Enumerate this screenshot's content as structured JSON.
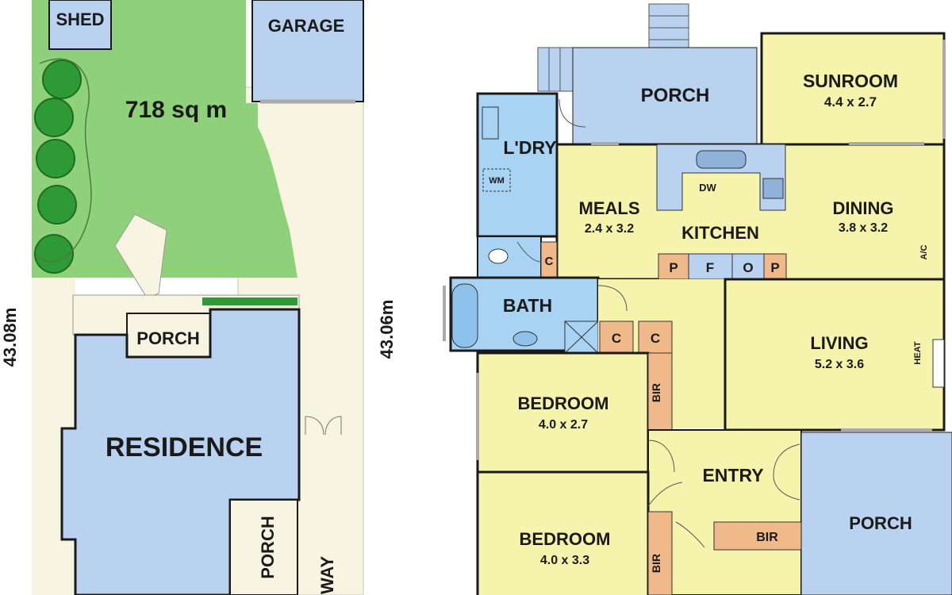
{
  "site": {
    "area_label": "718 sq m",
    "left_dimension": "43.08m",
    "right_dimension": "43.06m",
    "shed": "SHED",
    "garage": "GARAGE",
    "residence": "RESIDENCE",
    "rear_porch": "PORCH",
    "side_porch": "PORCH",
    "driveway": "WAY"
  },
  "floorplan": {
    "porch_top": "PORCH",
    "sunroom": {
      "name": "SUNROOM",
      "size": "4.4 x 2.7"
    },
    "laundry": "L'DRY",
    "washing_machine": "WM",
    "meals": {
      "name": "MEALS",
      "size": "2.4 x 3.2"
    },
    "kitchen": "KITCHEN",
    "dishwasher": "DW",
    "dining": {
      "name": "DINING",
      "size": "3.8 x 3.2"
    },
    "ac": "A/C",
    "bath": "BATH",
    "living": {
      "name": "LIVING",
      "size": "5.2 x 3.6"
    },
    "heater": "HEAT",
    "bedroom1": {
      "name": "BEDROOM",
      "size": "4.0 x 2.7"
    },
    "bedroom2": {
      "name": "BEDROOM",
      "size": "4.0 x 3.3"
    },
    "entry": "ENTRY",
    "porch_front": "PORCH",
    "bir1": "BIR",
    "bir2": "BIR",
    "bir3": "BIR",
    "cupboards": [
      "C",
      "C",
      "C"
    ],
    "pantry_row": [
      "P",
      "F",
      "O",
      "P"
    ]
  },
  "colors": {
    "lawn": "#8fd07a",
    "room_blue": "#b9d2ef",
    "room_yellow": "#f6f3ad",
    "wet_blue": "#a8d3f2",
    "cupboard": "#f0b98a",
    "paving": "#f7f5e2",
    "wall": "#1a1a1a",
    "tree": "#3aa63a"
  }
}
